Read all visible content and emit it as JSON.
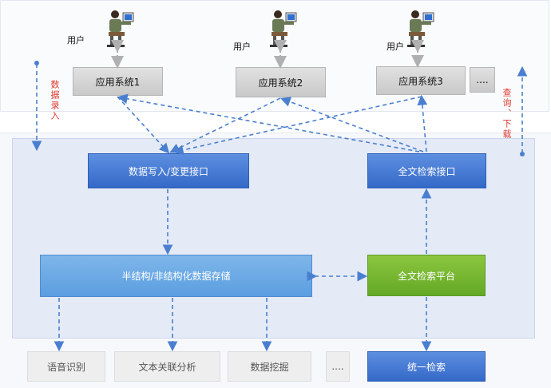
{
  "users": [
    {
      "label": "用户"
    },
    {
      "label": "用户"
    },
    {
      "label": "用户"
    }
  ],
  "apps": [
    {
      "label": "应用系统1"
    },
    {
      "label": "应用系统2"
    },
    {
      "label": "应用系统3"
    },
    {
      "label": "...."
    }
  ],
  "side_labels": {
    "left": "数据录入",
    "right": "查询、下载"
  },
  "core": {
    "write_interface": "数据写入/变更接口",
    "search_interface": "全文检索接口",
    "storage": "半结构/非结构化数据存储",
    "search_platform": "全文检索平台"
  },
  "bottom": [
    {
      "label": "语音识别"
    },
    {
      "label": "文本关联分析"
    },
    {
      "label": "数据挖掘"
    },
    {
      "label": "...."
    },
    {
      "label": "统一检索"
    }
  ],
  "colors": {
    "arrow": "#4a7fd0",
    "gray_arrow": "#b0b0b0",
    "side_text": "#e0392f"
  }
}
